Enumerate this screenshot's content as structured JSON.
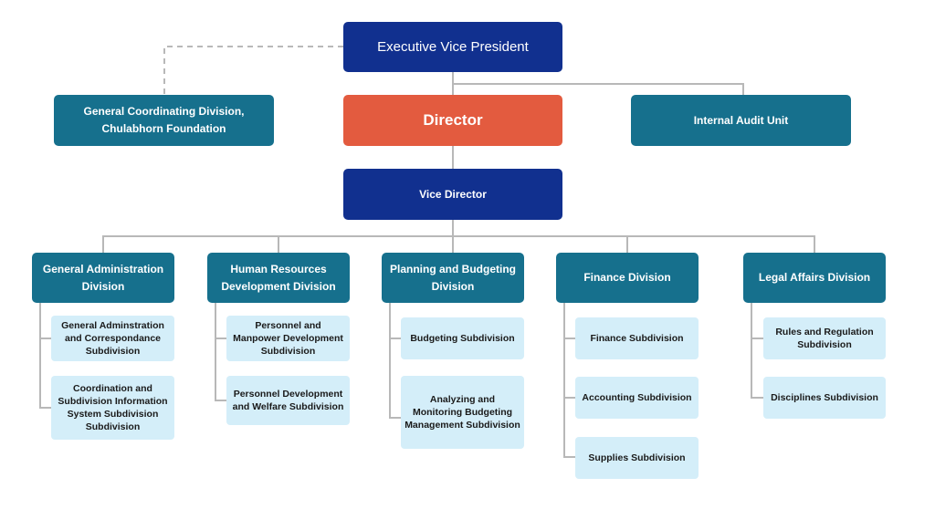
{
  "chart": {
    "executive_vp": "Executive Vice President",
    "director": "Director",
    "vice_director": "Vice Director",
    "general_coordinating": "General Coordinating Division, Chulabhorn Foundation",
    "internal_audit": "Internal Audit Unit",
    "divisions": [
      {
        "name": "General Administration Division",
        "subdivisions": [
          "General Adminstration and Correspondance Subdivision",
          "Coordination and Subdivision Information System Subdivision Subdivision"
        ]
      },
      {
        "name": "Human Resources Development Division",
        "subdivisions": [
          "Personnel and Manpower Development Subdivision",
          "Personnel Development and Welfare Subdivision"
        ]
      },
      {
        "name": "Planning and Budgeting Division",
        "subdivisions": [
          "Budgeting Subdivision",
          "Analyzing and Monitoring Budgeting Management Subdivision"
        ]
      },
      {
        "name": "Finance Division",
        "subdivisions": [
          "Finance Subdivision",
          "Accounting Subdivision",
          "Supplies Subdivision"
        ]
      },
      {
        "name": "Legal Affairs Division",
        "subdivisions": [
          "Rules and Regulation Subdivision",
          "Disciplines Subdivision"
        ]
      }
    ]
  },
  "colors": {
    "executive": "#11308f",
    "director": "#e35b3f",
    "division": "#16708d",
    "subdivision": "#d4eef9",
    "connector": "#b8b8b8"
  }
}
